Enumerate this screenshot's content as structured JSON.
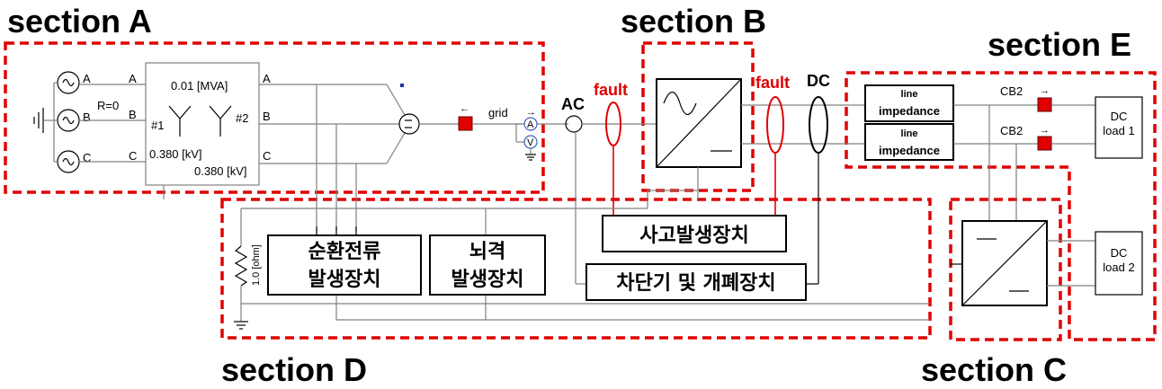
{
  "sections": {
    "a": "section A",
    "b": "section B",
    "c": "section C",
    "d": "section D",
    "e": "section E"
  },
  "section_a": {
    "phase_a": "A",
    "phase_b": "B",
    "phase_c": "C",
    "resistance": "R=0",
    "transformer_rating": "0.01 [MVA]",
    "winding_1": "#1",
    "winding_2": "#2",
    "voltage_primary": "0.380 [kV]",
    "voltage_secondary": "0.380 [kV]",
    "grid_label": "grid",
    "ammeter": "A",
    "voltmeter": "V"
  },
  "section_b": {
    "ac_label": "AC",
    "dc_label": "DC",
    "fault_label": "fault"
  },
  "section_d": {
    "circulating_current_line1": "순환전류",
    "circulating_current_line2": "발생장치",
    "lightning_line1": "뇌격",
    "lightning_line2": "발생장치",
    "fault_generator": "사고발생장치",
    "breaker_switch": "차단기 및 개폐장치",
    "resistor_value": "1.0 [ohm]"
  },
  "section_e": {
    "line_impedance_line1": "line",
    "line_impedance_line2": "impedance",
    "cb_label": "CB2",
    "load1_line1": "DC",
    "load1_line2": "load 1",
    "load2_line1": "DC",
    "load2_line2": "load 2"
  },
  "colors": {
    "section_border": "#e00000",
    "fault_text": "#e00000",
    "breaker_fill": "#e00000",
    "wire": "#808080",
    "meter": "#4060c0"
  }
}
